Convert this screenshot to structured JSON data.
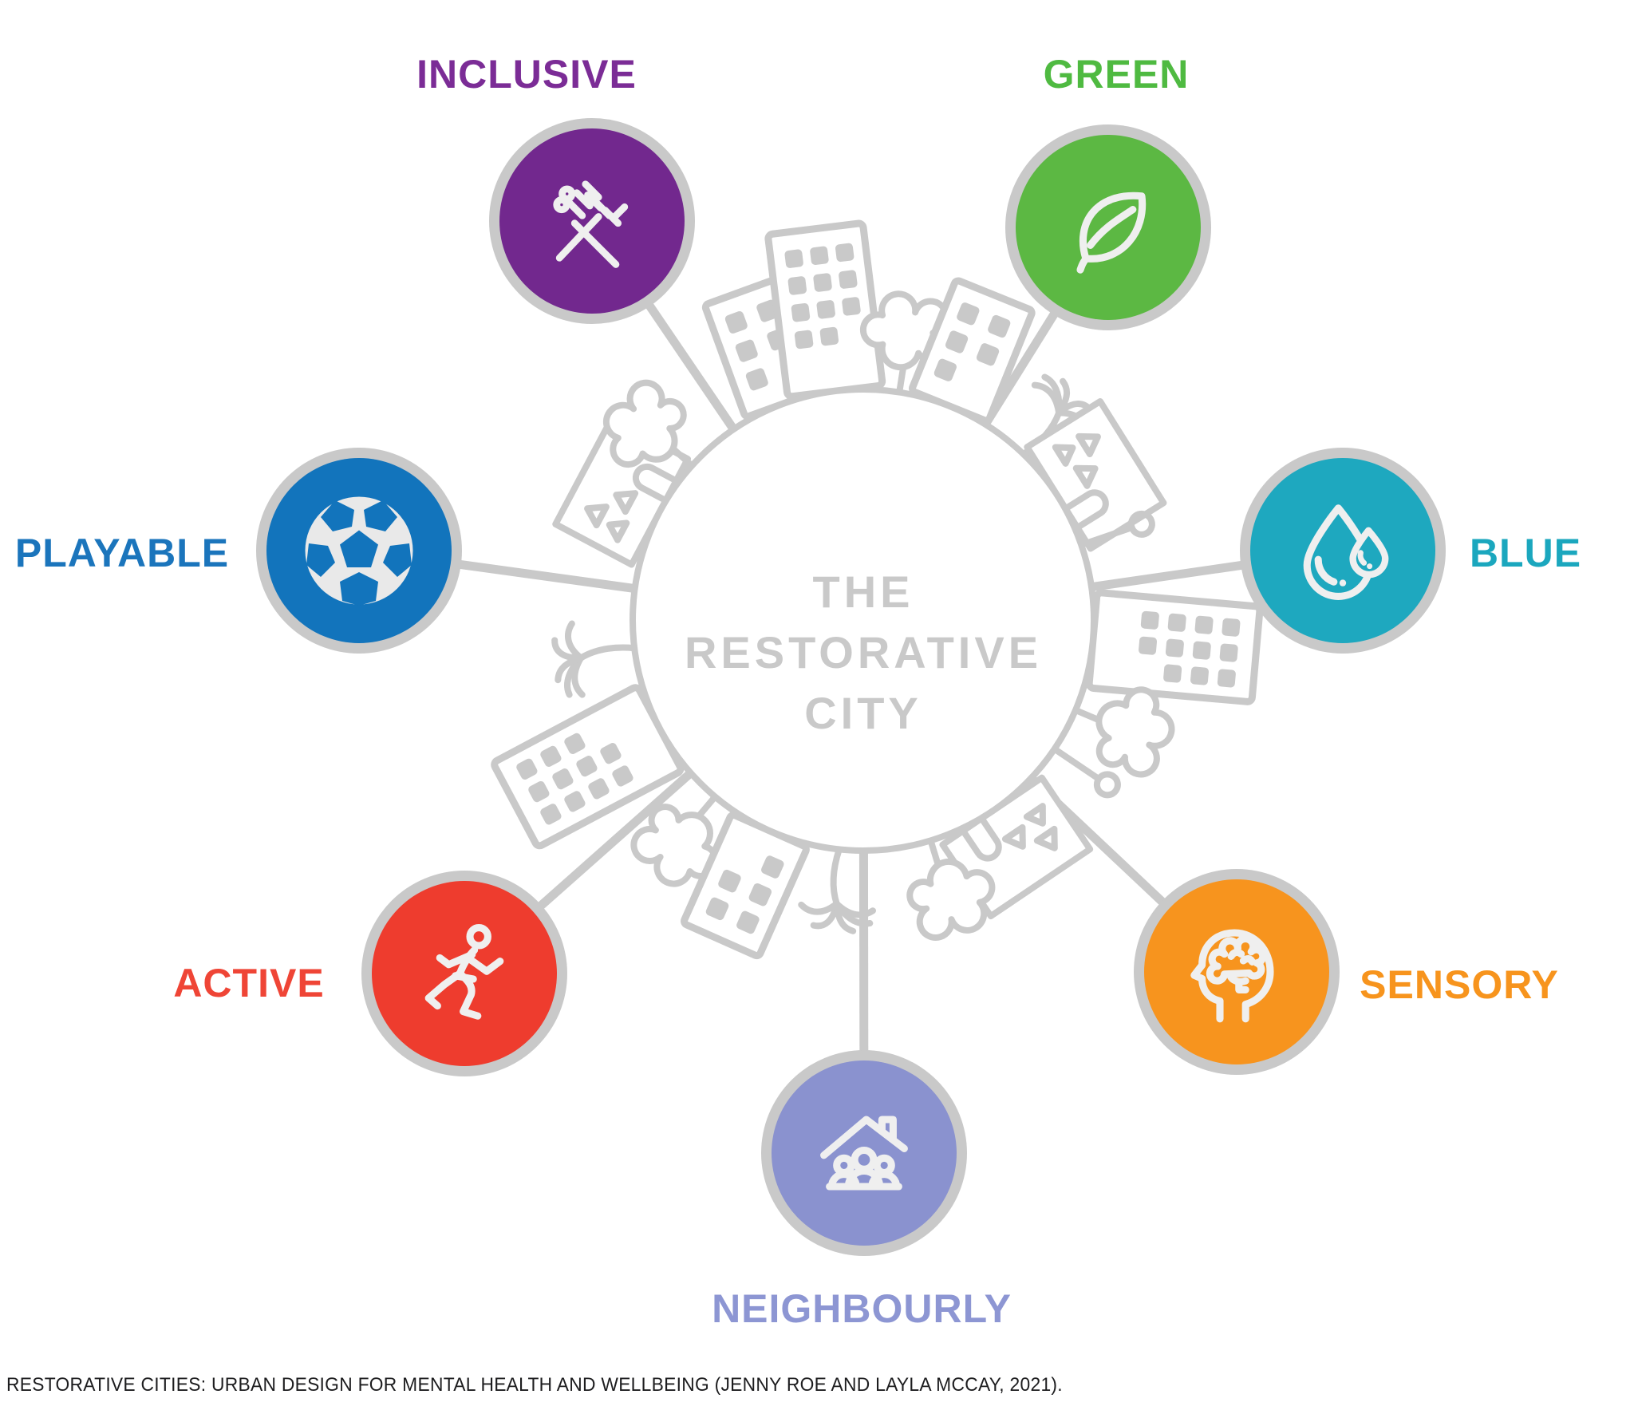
{
  "center": {
    "line1": "THE",
    "line2": "RESTORATIVE",
    "line3": "CITY"
  },
  "nodes": [
    {
      "id": "inclusive",
      "label": "INCLUSIVE",
      "color": "#72288E",
      "label_color": "#7B2C96",
      "icon": "clasped-hands-icon"
    },
    {
      "id": "green",
      "label": "GREEN",
      "color": "#5CB843",
      "label_color": "#4FBA41",
      "icon": "leaf-icon"
    },
    {
      "id": "playable",
      "label": "PLAYABLE",
      "color": "#1274BC",
      "label_color": "#1B75BC",
      "icon": "soccer-ball-icon"
    },
    {
      "id": "blue",
      "label": "BLUE",
      "color": "#1EA8BF",
      "label_color": "#1BA7BE",
      "icon": "water-drop-icon"
    },
    {
      "id": "active",
      "label": "ACTIVE",
      "color": "#EE3C2E",
      "label_color": "#EF4536",
      "icon": "runner-icon"
    },
    {
      "id": "sensory",
      "label": "SENSORY",
      "color": "#F7941E",
      "label_color": "#F7941D",
      "icon": "head-brain-icon"
    },
    {
      "id": "neighbourly",
      "label": "NEIGHBOURLY",
      "color": "#8A92CF",
      "label_color": "#8D96D3",
      "icon": "house-people-icon"
    }
  ],
  "caption": "RESTORATIVE CITIES: URBAN DESIGN FOR MENTAL HEALTH AND WELLBEING (JENNY ROE AND LAYLA MCCAY, 2021).",
  "colors": {
    "connector": "#C9C9C9",
    "ring": "#C9C9C9",
    "center_text": "#C9C9C9",
    "city_art": "#C9C9C9"
  }
}
